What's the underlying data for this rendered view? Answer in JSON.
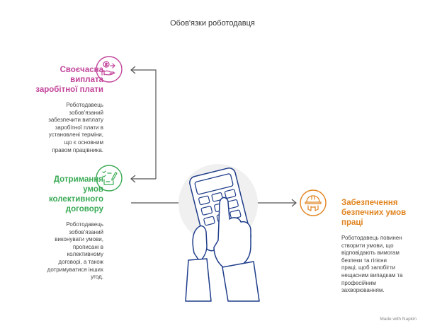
{
  "title": "Обов'язки роботодавця",
  "colors": {
    "salary": "#c2449a",
    "agreement": "#3aaa55",
    "safety": "#e08420",
    "connector": "#555555",
    "hand_outline": "#1f3d8a",
    "device_fill": "#ffffff",
    "bg_circle": "#f0f0f0"
  },
  "items": [
    {
      "heading": [
        "Своєчасна",
        "виплата",
        "заробітної плати"
      ],
      "description": [
        "Роботодавець",
        "зобов'язаний",
        "забезпечити виплату",
        "заробітної плати в",
        "установлені терміни,",
        "що є основним",
        "правом працівника."
      ],
      "icon": "money-hand-icon"
    },
    {
      "heading": [
        "Дотримання",
        "умов",
        "колективного",
        "договору"
      ],
      "description": [
        "Роботодавець",
        "зобов'язаний",
        "виконувати умови,",
        "прописані в",
        "колективному",
        "договорі, а також",
        "дотримуватися інших",
        "угод."
      ],
      "icon": "checklist-pen-icon"
    },
    {
      "heading": [
        "Забезпечення",
        "безпечних умов",
        "праці"
      ],
      "description": [
        "Роботодавець повинен",
        "створити умови, що",
        "відповідають вимогам",
        "безпеки та гігієни",
        "праці, щоб запобігти",
        "нещасним випадкам та",
        "професійним",
        "захворюванням."
      ],
      "icon": "hard-hat-icon"
    }
  ],
  "footer": "Made with  Napkin"
}
